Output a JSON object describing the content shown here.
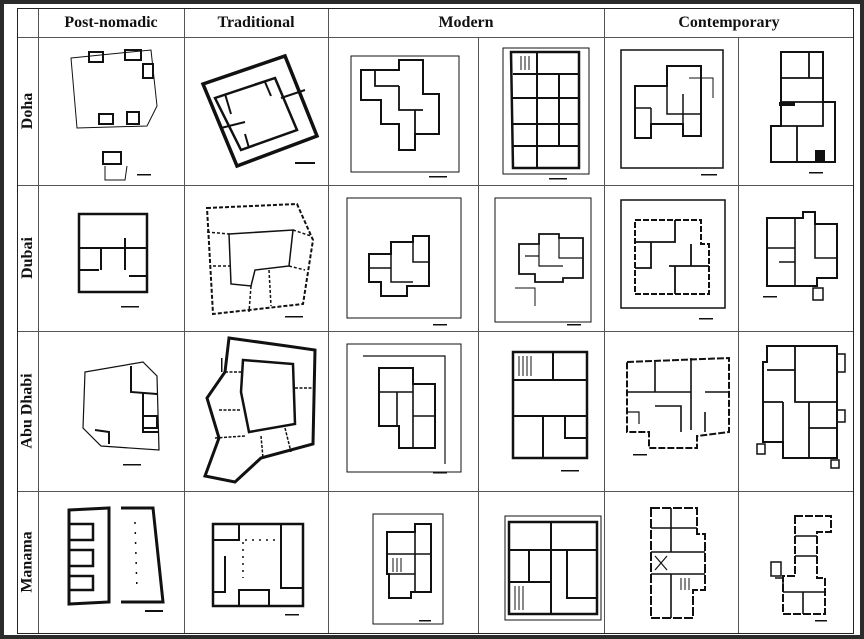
{
  "headers": {
    "post_nomadic": "Post-nomadic",
    "traditional": "Traditional",
    "modern": "Modern",
    "contemporary": "Contemporary"
  },
  "rows": [
    "Doha",
    "Dubai",
    "Abu Dhabi",
    "Manama"
  ],
  "colors": {
    "line": "#111111",
    "grid": "#555555",
    "background": "#ffffff",
    "frame": "#2b2b2b"
  }
}
